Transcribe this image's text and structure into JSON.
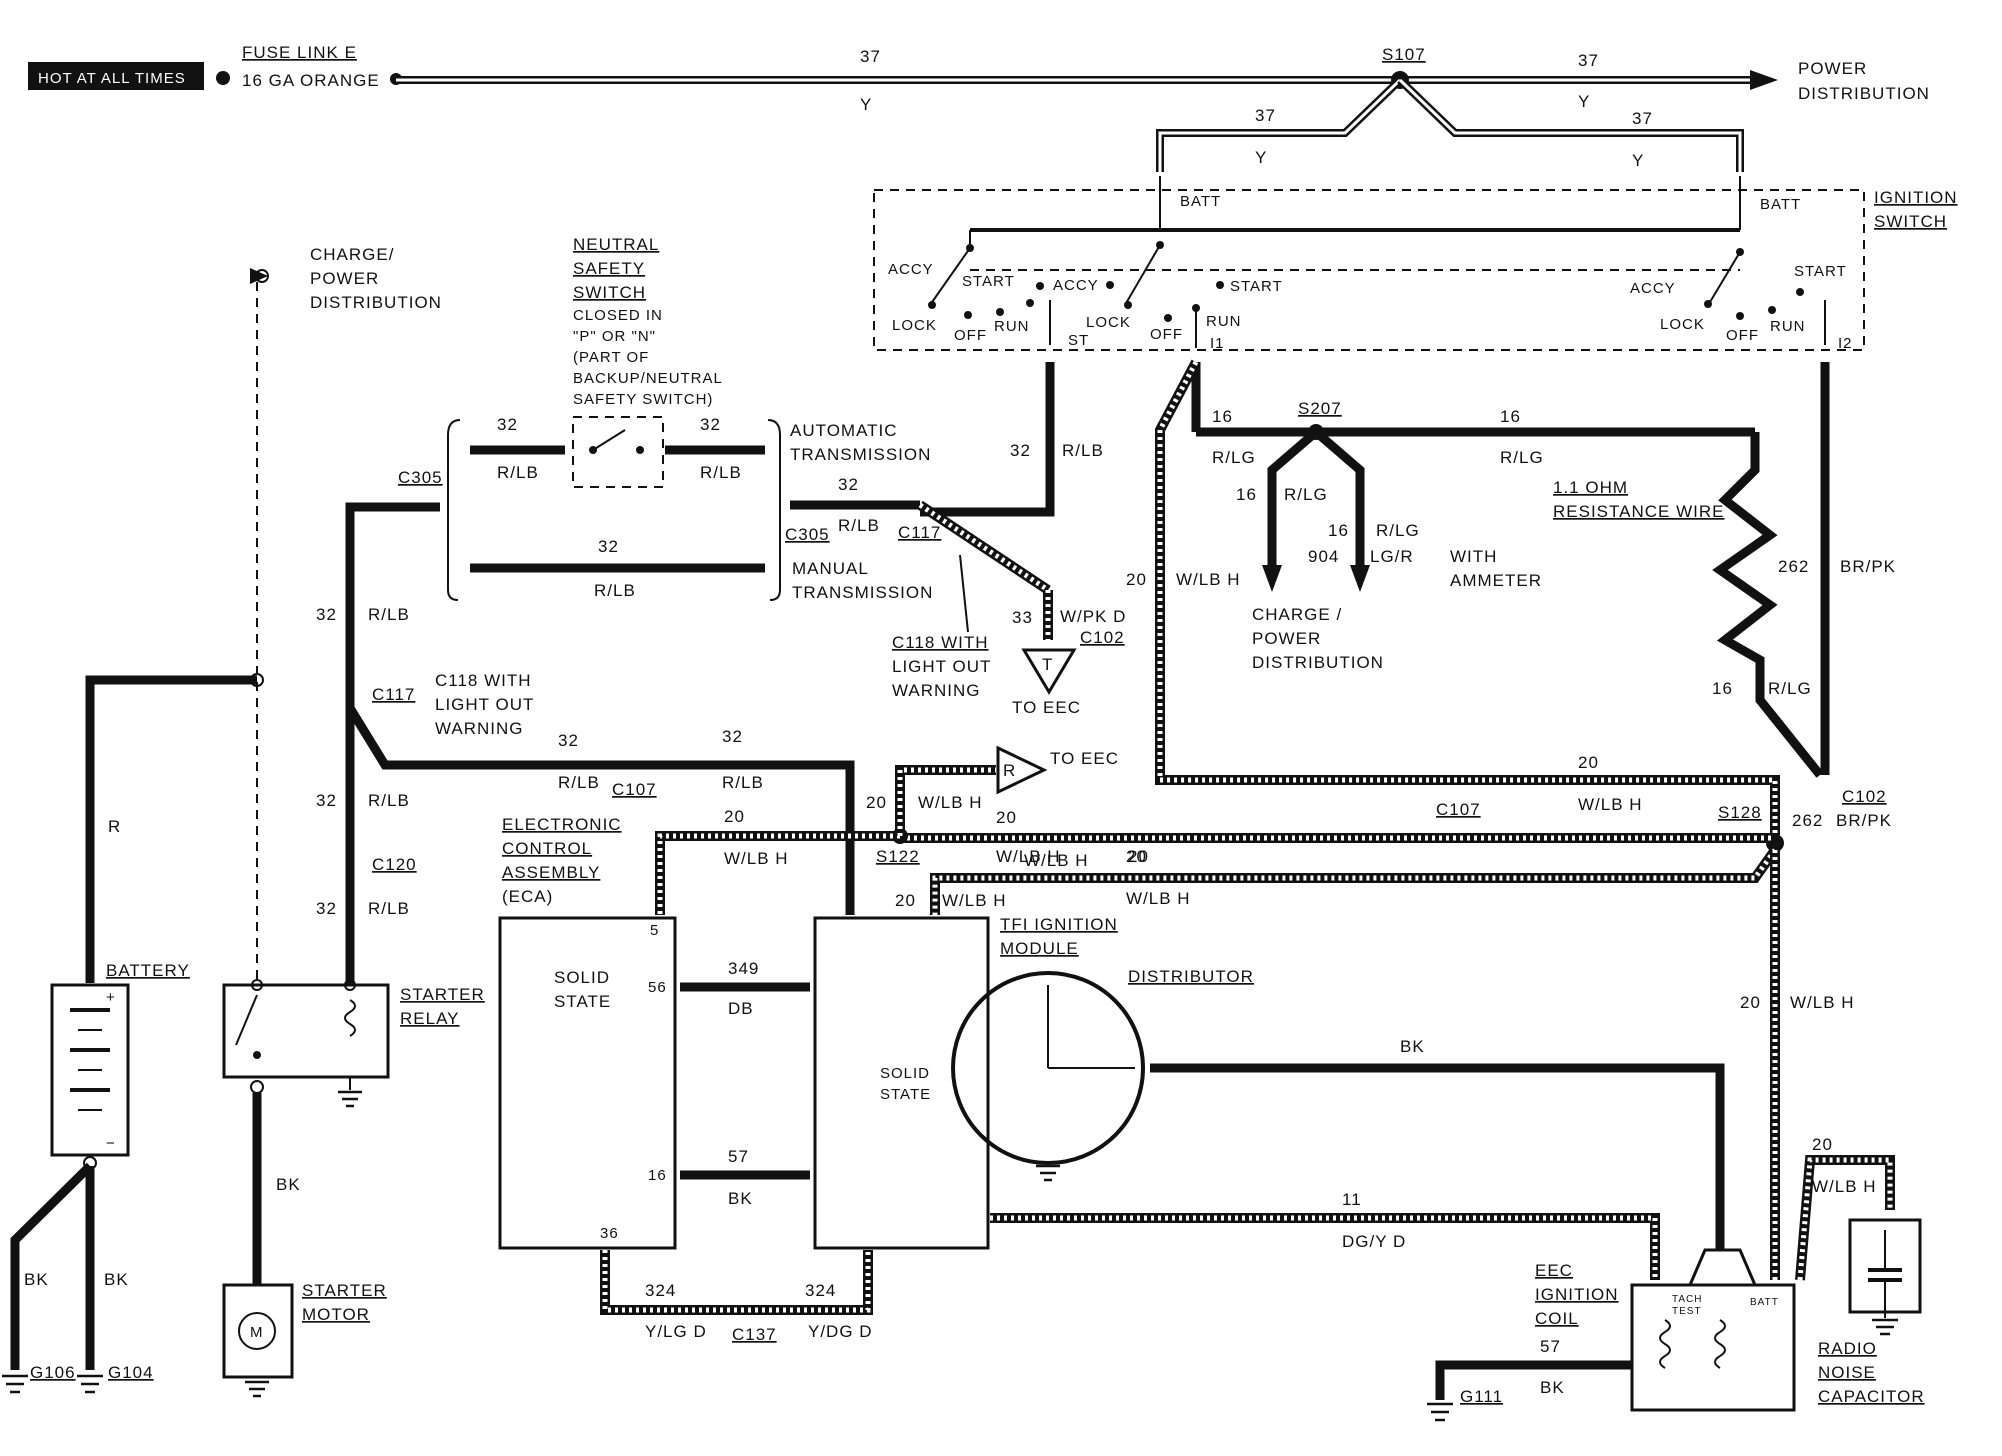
{
  "header": {
    "hot_badge": "HOT AT ALL TIMES",
    "fuse_link": "FUSE LINK E",
    "fuse_wire": "16 GA ORANGE",
    "power_dist": [
      "POWER",
      "DISTRIBUTION"
    ]
  },
  "splices": {
    "s107": "S107",
    "s207": "S207",
    "s122": "S122",
    "s128": "S128"
  },
  "wire_labels": {
    "w37": "37",
    "y": "Y",
    "w32": "32",
    "rlb": "R/LB",
    "w16": "16",
    "rlg": "R/LG",
    "w904": "904",
    "lgr": "LG/R",
    "w262": "262",
    "brpk": "BR/PK",
    "w20": "20",
    "wlbh": "W/LB H",
    "w33": "33",
    "wpkd": "W/PK D",
    "w349": "349",
    "db": "DB",
    "w57": "57",
    "bk": "BK",
    "w324": "324",
    "ylgd": "Y/LG D",
    "ydgd": "Y/DG D",
    "w11": "11",
    "dgyd": "DG/Y D",
    "r": "R"
  },
  "connectors": {
    "c305": "C305",
    "c117": "C117",
    "c120": "C120",
    "c107": "C107",
    "c102": "C102",
    "c137": "C137",
    "c118_a": "C118 WITH",
    "c118_b": "LIGHT OUT",
    "c118_c": "WARNING"
  },
  "ignition_switch": {
    "title": [
      "IGNITION",
      "SWITCH"
    ],
    "batt": "BATT",
    "accy": "ACCY",
    "start": "START",
    "lock": "LOCK",
    "off": "OFF",
    "run": "RUN",
    "st": "ST",
    "i1": "I1",
    "i2": "I2"
  },
  "components": {
    "charge_power": [
      "CHARGE/",
      "POWER",
      "DISTRIBUTION"
    ],
    "charge_power2": [
      "CHARGE /",
      "POWER",
      "DISTRIBUTION"
    ],
    "neutral_switch": [
      "NEUTRAL",
      "SAFETY",
      "SWITCH"
    ],
    "neutral_note": [
      "CLOSED IN",
      "\"P\" OR \"N\"",
      "(PART OF",
      "BACKUP/NEUTRAL",
      "SAFETY SWITCH)"
    ],
    "auto_trans": [
      "AUTOMATIC",
      "TRANSMISSION"
    ],
    "manual_trans": [
      "MANUAL",
      "TRANSMISSION"
    ],
    "to_eec": "TO EEC",
    "with_ammeter": [
      "WITH",
      "AMMETER"
    ],
    "resistance_wire": [
      "1.1 OHM",
      "RESISTANCE WIRE"
    ],
    "eca": [
      "ELECTRONIC",
      "CONTROL",
      "ASSEMBLY",
      "(ECA)"
    ],
    "solid_state": [
      "SOLID",
      "STATE"
    ],
    "tfi": [
      "TFI IGNITION",
      "MODULE"
    ],
    "distributor": "DISTRIBUTOR",
    "battery": "BATTERY",
    "starter_relay": [
      "STARTER",
      "RELAY"
    ],
    "starter_motor": [
      "STARTER",
      "MOTOR"
    ],
    "motor_m": "M",
    "eec_coil": [
      "EEC",
      "IGNITION",
      "COIL"
    ],
    "tach_test": [
      "TACH",
      "TEST"
    ],
    "coil_batt": "BATT",
    "radio_cap": [
      "RADIO",
      "NOISE",
      "CAPACITOR"
    ],
    "pin5": "5",
    "pin56": "56",
    "pin16": "16",
    "pin36": "36",
    "t_marker": "T",
    "r_marker": "R"
  },
  "grounds": {
    "g106": "G106",
    "g104": "G104",
    "g111": "G111"
  }
}
